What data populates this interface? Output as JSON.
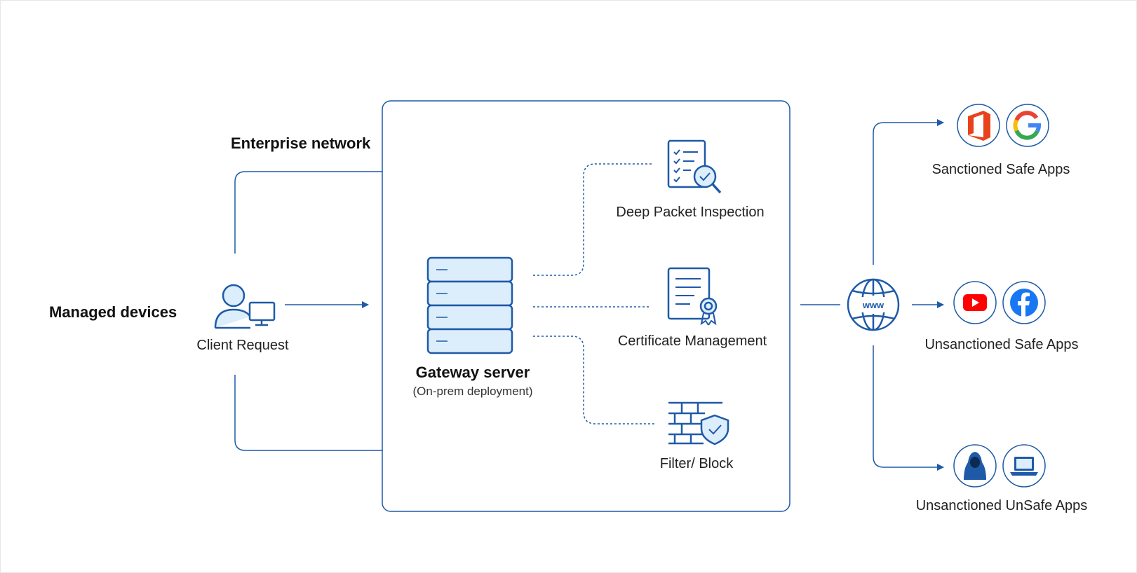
{
  "labels": {
    "enterprise_network": "Enterprise network",
    "managed_devices": "Managed devices",
    "client_request": "Client Request",
    "gateway_server": "Gateway server",
    "deployment": "(On-prem deployment)",
    "deep_packet_inspection": "Deep Packet Inspection",
    "certificate_management": "Certificate Management",
    "filter_block": "Filter/ Block",
    "www": "www",
    "sanctioned_safe_apps": "Sanctioned Safe Apps",
    "unsanctioned_safe_apps": "Unsanctioned Safe Apps",
    "unsanctioned_unsafe_apps": "Unsanctioned UnSafe Apps"
  },
  "colors": {
    "primary_blue": "#1e5aa8",
    "light_blue_fill": "#dceefb",
    "office_red": "#e8421c",
    "youtube_red": "#ff0000",
    "facebook_blue": "#1877f2"
  },
  "icons": {
    "client": "user-computer-icon",
    "server": "server-stack-icon",
    "inspection": "document-magnifier-icon",
    "certificate": "certificate-ribbon-icon",
    "firewall": "firewall-shield-icon",
    "internet": "globe-www-icon",
    "sanctioned_apps": [
      "microsoft-office-icon",
      "google-icon"
    ],
    "unsanctioned_safe_apps": [
      "youtube-icon",
      "facebook-icon"
    ],
    "unsanctioned_unsafe_apps": [
      "hacker-icon",
      "laptop-icon"
    ]
  }
}
